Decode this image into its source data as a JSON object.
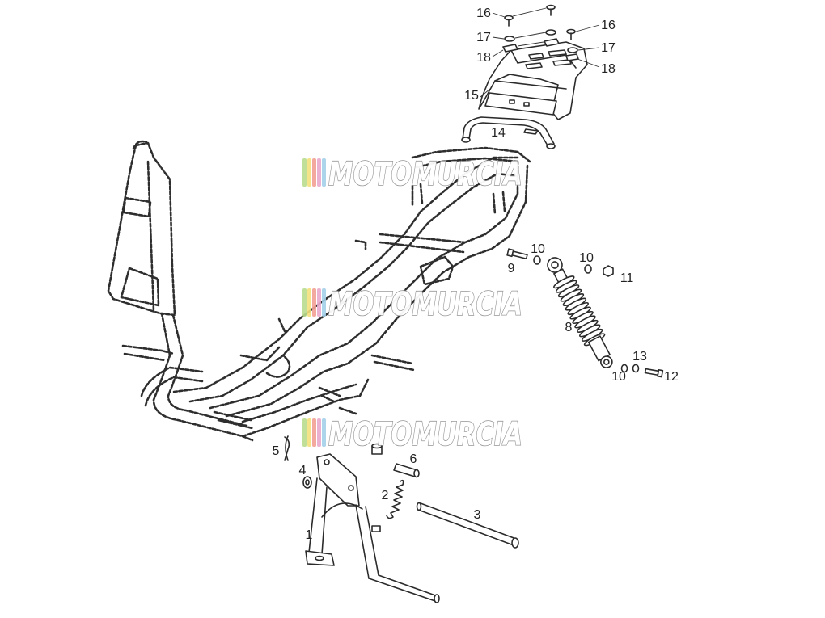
{
  "callouts": [
    "16",
    "16",
    "17",
    "17",
    "18",
    "18",
    "15",
    "14",
    "10",
    "9",
    "10",
    "11",
    "8",
    "13",
    "10",
    "12",
    "5",
    "4",
    "6",
    "2",
    "3",
    "1"
  ],
  "watermark": {
    "text": "MOTOMURCIA",
    "stripe_colors": [
      "#b9dd8f",
      "#f4e07c",
      "#f2a092",
      "#e8aacb",
      "#a3cfe9"
    ],
    "outline_color": "#8f8f8f"
  },
  "drawing": {
    "line_color": "#2b2b2b",
    "background": "#ffffff"
  }
}
